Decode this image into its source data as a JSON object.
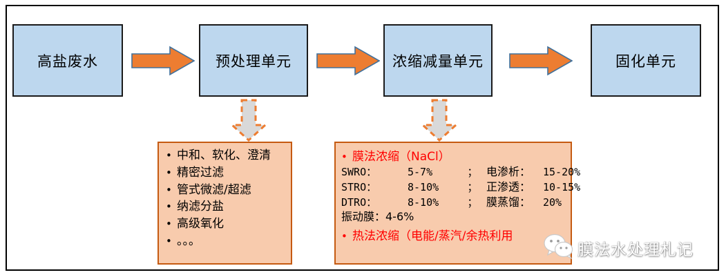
{
  "flow": {
    "boxes": [
      {
        "label": "高盐废水"
      },
      {
        "label": "预处理单元"
      },
      {
        "label": "浓缩减量单元"
      },
      {
        "label": "固化单元"
      }
    ],
    "arrow_icon": "right-block-arrow-icon",
    "dashed_arrow_icon": "down-dashed-arrow-icon"
  },
  "pretreatment_panel": {
    "bullet_char": "•",
    "items": [
      "中和、软化、澄清",
      "精密过滤",
      "管式微滤/超滤",
      "纳滤分盐",
      "高级氧化",
      "。。。"
    ]
  },
  "concentration_panel": {
    "bullet_char": "•",
    "membrane_heading": "膜法浓缩（NaCl）",
    "separator": "；",
    "rows": [
      {
        "left_name": "SWRO：",
        "left_value": "5-7%",
        "right_name": "电渗析：",
        "right_value": "15-20%"
      },
      {
        "left_name": "STRO：",
        "left_value": "8-10%",
        "right_name": "正渗透：",
        "right_value": "10-15%"
      },
      {
        "left_name": "DTRO：",
        "left_value": "8-10%",
        "right_name": "膜蒸馏：",
        "right_value": "20%"
      }
    ],
    "single_row": "振动膜：4-6%",
    "thermal_heading": "热法浓缩",
    "thermal_detail": "（电能/蒸汽/余热利用"
  },
  "watermark": {
    "text": "膜法水处理札记",
    "icon": "wechat-icon"
  },
  "colors": {
    "box_fill": "#bdd7ee",
    "box_border": "#1a1a1a",
    "arrow_fill": "#ed7d31",
    "arrow_border": "#41719c",
    "panel_fill": "#f8cbad",
    "panel_border": "#c55a11",
    "dashed_arrow_fill": "#d9d9d9",
    "dashed_arrow_border": "#ed7d31",
    "accent_red": "#ff0000"
  }
}
